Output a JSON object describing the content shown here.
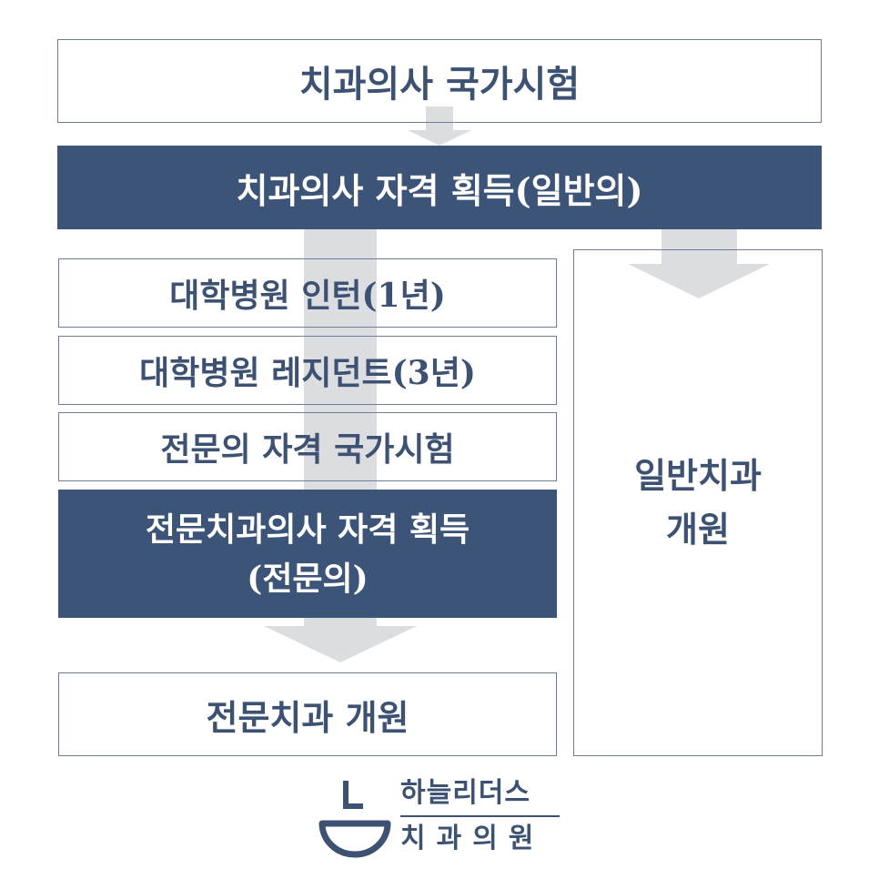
{
  "steps": {
    "national_exam": "치과의사 국가시험",
    "general_license": "치과의사 자격 획득(일반의)",
    "intern": "대학병원 인턴(1년)",
    "resident": "대학병원 레지던트(3년)",
    "specialist_exam": "전문의 자격 국가시험",
    "specialist_license_line1": "전문치과의사 자격 획득",
    "specialist_license_line2": "(전문의)",
    "specialist_clinic": "전문치과 개원",
    "general_clinic_line1": "일반치과",
    "general_clinic_line2": "개원"
  },
  "logo": {
    "name_line1": "하늘리더스",
    "name_line2": "치과의원"
  },
  "colors": {
    "navy": "#3d5479",
    "text": "#3d5272",
    "border": "#6d7d98",
    "arrow_gray": "#dcdde1"
  }
}
